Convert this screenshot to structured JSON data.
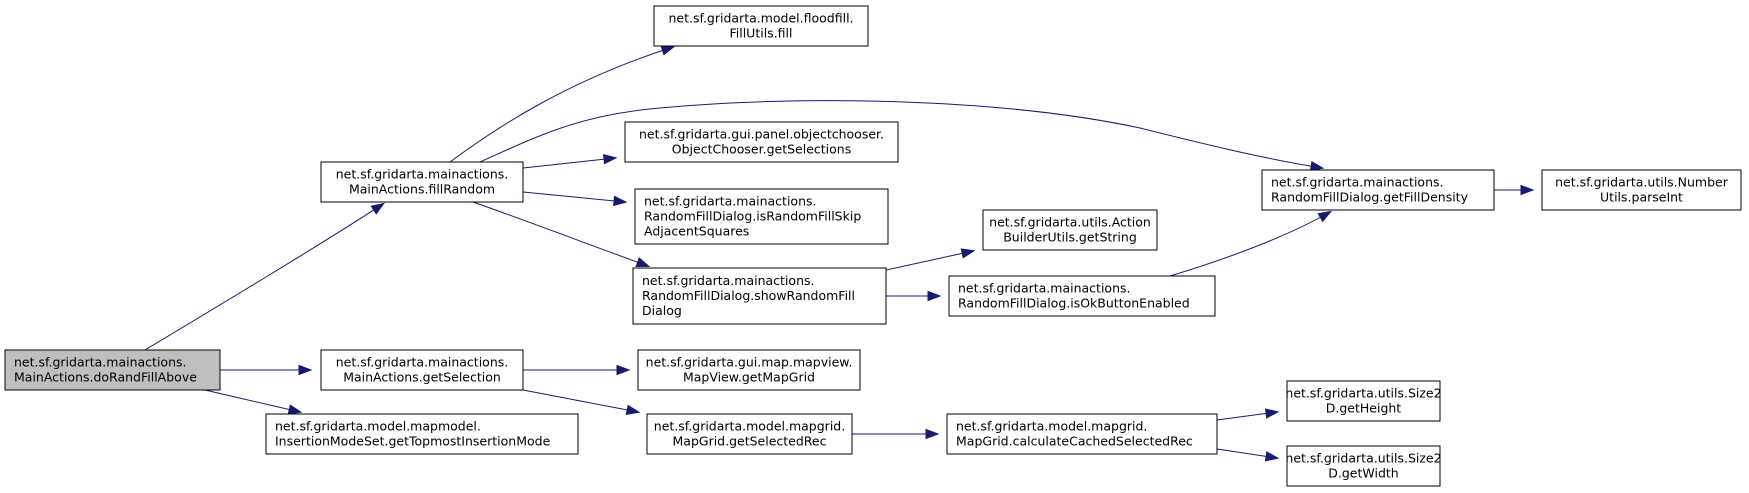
{
  "graph": {
    "type": "call-graph",
    "root": "doRandFillAbove",
    "colors": {
      "edge": "#191970",
      "root_fill": "#bfbfbf",
      "node_fill": "#ffffff",
      "border": "#000000"
    },
    "nodes": [
      {
        "id": "doRandFillAbove",
        "lines": [
          "net.sf.gridarta.mainactions.",
          "MainActions.doRandFillAbove"
        ],
        "root": true,
        "align": "left"
      },
      {
        "id": "fillRandom",
        "lines": [
          "net.sf.gridarta.mainactions.",
          "MainActions.fillRandom"
        ]
      },
      {
        "id": "getSelection",
        "lines": [
          "net.sf.gridarta.mainactions.",
          "MainActions.getSelection"
        ]
      },
      {
        "id": "getTopmostInsertionMode",
        "lines": [
          "net.sf.gridarta.model.mapmodel.",
          "InsertionModeSet.getTopmostInsertionMode"
        ],
        "align": "left"
      },
      {
        "id": "fill",
        "lines": [
          "net.sf.gridarta.model.floodfill.",
          "FillUtils.fill"
        ]
      },
      {
        "id": "getSelections",
        "lines": [
          "net.sf.gridarta.gui.panel.objectchooser.",
          "ObjectChooser.getSelections"
        ]
      },
      {
        "id": "isRandomFillSkipAdjacentSquares",
        "lines": [
          "net.sf.gridarta.mainactions.",
          "RandomFillDialog.isRandomFillSkip",
          "AdjacentSquares"
        ],
        "align": "left"
      },
      {
        "id": "showRandomFillDialog",
        "lines": [
          "net.sf.gridarta.mainactions.",
          "RandomFillDialog.showRandomFill",
          "Dialog"
        ],
        "align": "left"
      },
      {
        "id": "getMapGrid",
        "lines": [
          "net.sf.gridarta.gui.map.mapview.",
          "MapView.getMapGrid"
        ]
      },
      {
        "id": "getSelectedRec",
        "lines": [
          "net.sf.gridarta.model.mapgrid.",
          "MapGrid.getSelectedRec"
        ]
      },
      {
        "id": "getString",
        "lines": [
          "net.sf.gridarta.utils.Action",
          "BuilderUtils.getString"
        ]
      },
      {
        "id": "isOkButtonEnabled",
        "lines": [
          "net.sf.gridarta.mainactions.",
          "RandomFillDialog.isOkButtonEnabled"
        ],
        "align": "left"
      },
      {
        "id": "calculateCachedSelectedRec",
        "lines": [
          "net.sf.gridarta.model.mapgrid.",
          "MapGrid.calculateCachedSelectedRec"
        ],
        "align": "left"
      },
      {
        "id": "getFillDensity",
        "lines": [
          "net.sf.gridarta.mainactions.",
          "RandomFillDialog.getFillDensity"
        ],
        "align": "left"
      },
      {
        "id": "parseInt",
        "lines": [
          "net.sf.gridarta.utils.Number",
          "Utils.parseInt"
        ]
      },
      {
        "id": "getHeight",
        "lines": [
          "net.sf.gridarta.utils.Size2",
          "D.getHeight"
        ]
      },
      {
        "id": "getWidth",
        "lines": [
          "net.sf.gridarta.utils.Size2",
          "D.getWidth"
        ]
      }
    ],
    "edges": [
      {
        "from": "doRandFillAbove",
        "to": "fillRandom"
      },
      {
        "from": "doRandFillAbove",
        "to": "getSelection"
      },
      {
        "from": "doRandFillAbove",
        "to": "getTopmostInsertionMode"
      },
      {
        "from": "fillRandom",
        "to": "fill"
      },
      {
        "from": "fillRandom",
        "to": "getFillDensity"
      },
      {
        "from": "fillRandom",
        "to": "getSelections"
      },
      {
        "from": "fillRandom",
        "to": "isRandomFillSkipAdjacentSquares"
      },
      {
        "from": "fillRandom",
        "to": "showRandomFillDialog"
      },
      {
        "from": "showRandomFillDialog",
        "to": "getString"
      },
      {
        "from": "showRandomFillDialog",
        "to": "isOkButtonEnabled"
      },
      {
        "from": "isOkButtonEnabled",
        "to": "getFillDensity"
      },
      {
        "from": "getFillDensity",
        "to": "parseInt"
      },
      {
        "from": "getSelection",
        "to": "getMapGrid"
      },
      {
        "from": "getSelection",
        "to": "getSelectedRec"
      },
      {
        "from": "getSelectedRec",
        "to": "calculateCachedSelectedRec"
      },
      {
        "from": "calculateCachedSelectedRec",
        "to": "getHeight"
      },
      {
        "from": "calculateCachedSelectedRec",
        "to": "getWidth"
      }
    ]
  }
}
